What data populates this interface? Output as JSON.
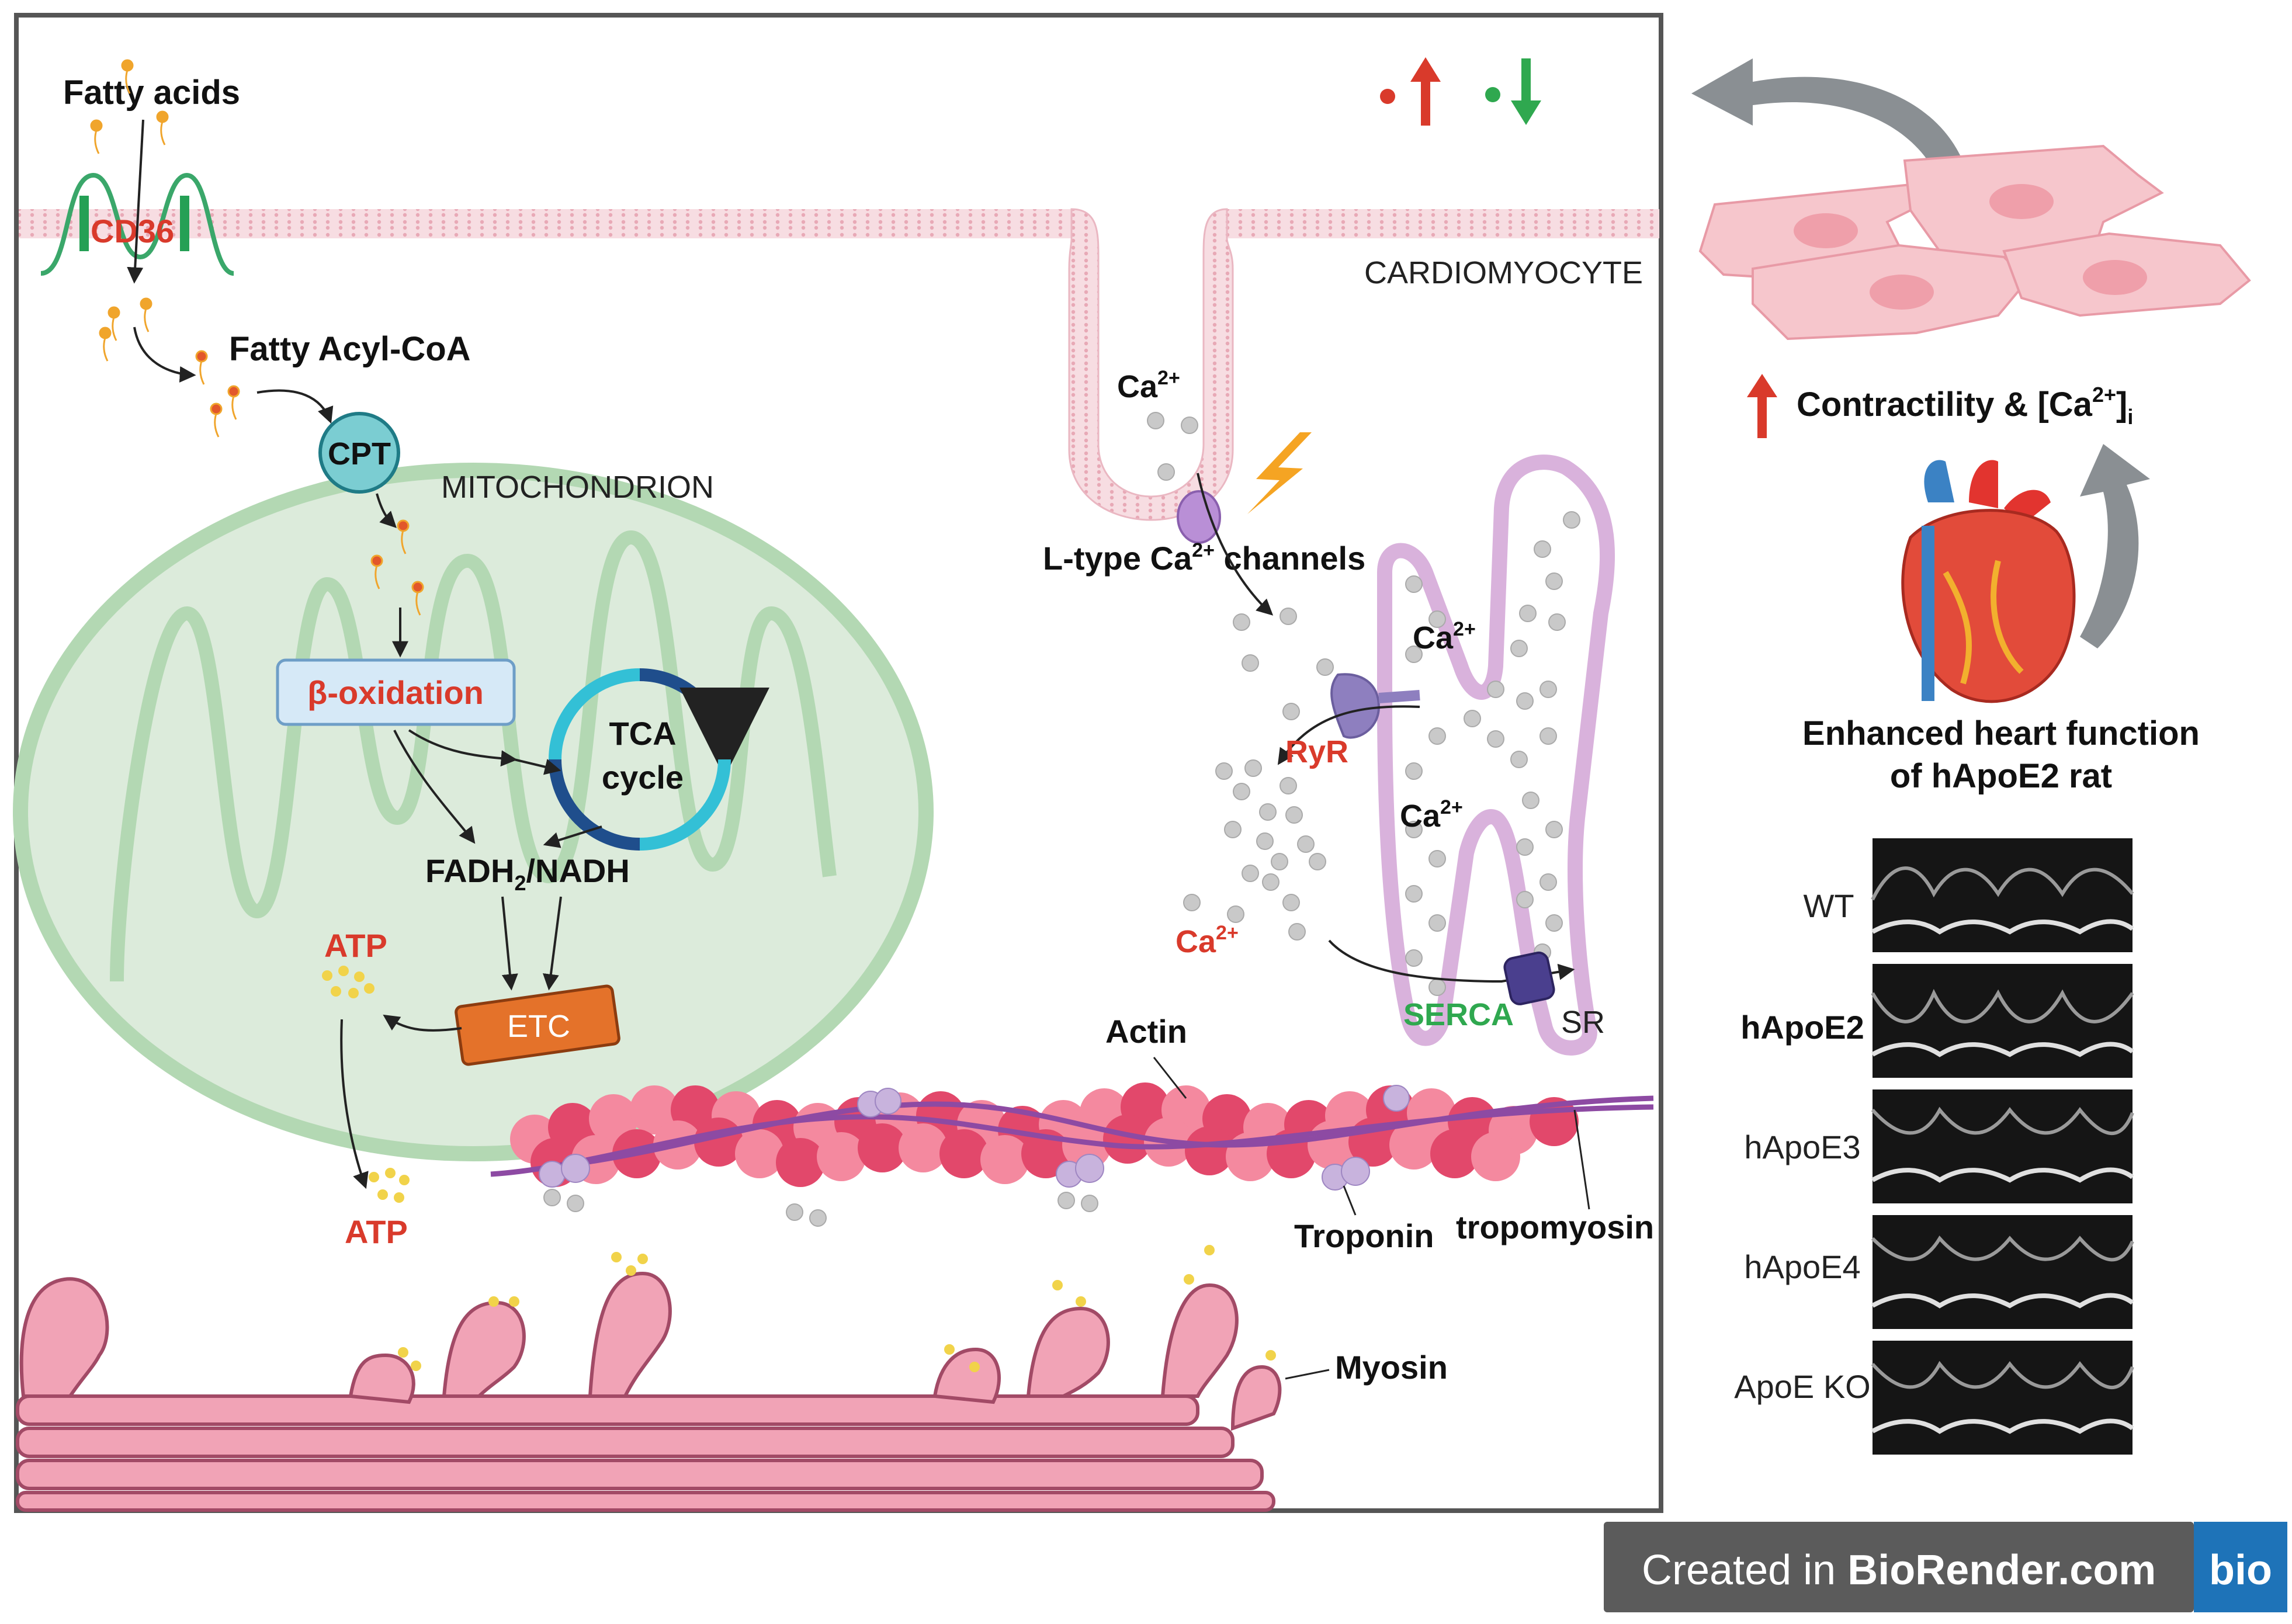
{
  "labels": {
    "fatty_acids": "Fatty acids",
    "cd36": "CD36",
    "fatty_acyl_coa": "Fatty Acyl-CoA",
    "cpt": "CPT",
    "mitochondrion": "MITOCHONDRION",
    "beta_oxidation": "β-oxidation",
    "tca_line1": "TCA",
    "tca_line2": "cycle",
    "fadh": "FADH",
    "fadh_sub": "2",
    "nadh": "/NADH",
    "atp_inside": "ATP",
    "atp_outside": "ATP",
    "etc": "ETC",
    "cardiomyocyte": "CARDIOMYOCYTE",
    "ca_sup": "2+",
    "ca_text": "Ca",
    "ltype_pre": "L-type Ca",
    "ltype_post": " channels",
    "ryr": "RyR",
    "serca": "SERCA",
    "sr": "SR",
    "actin": "Actin",
    "troponin": "Troponin",
    "tropomyosin": "tropomyosin",
    "myosin": "Myosin",
    "contractility_pre": "Contractility & [Ca",
    "contractility_post": "]",
    "contractility_sub": "i",
    "enhanced_line1": "Enhanced heart function",
    "enhanced_line2": "of hApoE2 rat",
    "biorender_pre": "Created in ",
    "biorender_brand": "BioRender.com",
    "biorender_logo": "bio"
  },
  "echo_panels": [
    "WT",
    "hApoE2",
    "hApoE3",
    "hApoE4",
    "ApoE KO"
  ],
  "legend": [
    {
      "dot_color": "#d93a2b",
      "arrow": "up",
      "arrow_color": "#d93a2b"
    },
    {
      "dot_color": "#2fa84f",
      "arrow": "down",
      "arrow_color": "#2fa84f"
    }
  ],
  "colors": {
    "red": "#d93a2b",
    "green": "#2fa84f",
    "mito_fill": "#d8ead7",
    "mito_stroke": "#a9d3aa",
    "membrane": "#f3d3d8",
    "sr_stroke": "#d9b2dc",
    "actin_dark": "#e2486b",
    "actin_light": "#f4899f",
    "myosin": "#f1a3b6",
    "etc": "#e7752b",
    "cpt": "#6fc9cf",
    "tca_dark": "#1f4e8c",
    "tca_light": "#33c0d6",
    "arrow_gray": "#8a8f93"
  },
  "icons": [
    "fatty-acid-icon",
    "lightning-icon",
    "heart-icon",
    "cardiomyocyte-cells-icon",
    "curved-arrow-icon"
  ]
}
